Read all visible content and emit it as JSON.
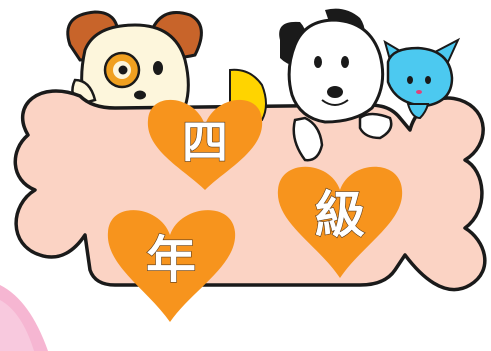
{
  "heading": {
    "char_1": "四",
    "char_2": "年",
    "char_3": "級"
  },
  "colors": {
    "bone_fill": "#fbd3c4",
    "bone_outline": "#1a1a1a",
    "heart": "#f7941d",
    "dog_brown_patch": "#c8642a",
    "dog_cream": "#fdf6dc",
    "dog_eye_ring": "#f0a020",
    "cat_blue": "#4cc9f0",
    "pink_corner": "#f6b6d2"
  },
  "icons": {
    "main": "bone-sign",
    "characters": [
      "cream-dog-icon",
      "spotted-dog-icon",
      "blue-cat-icon"
    ],
    "hearts": [
      "heart-icon"
    ]
  }
}
